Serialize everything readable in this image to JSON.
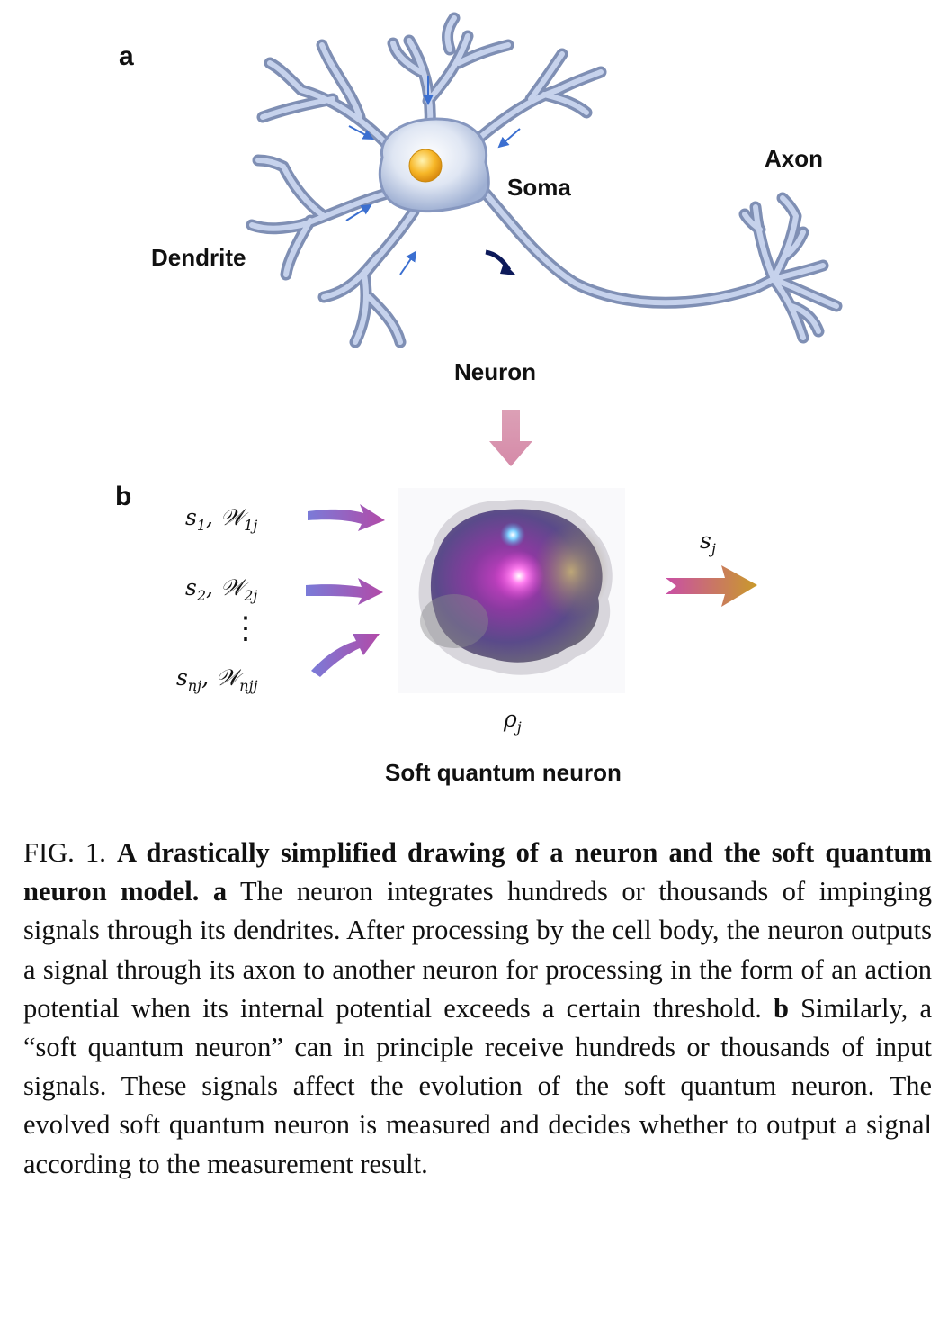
{
  "panel_a": {
    "label": "a",
    "labels": {
      "dendrite": "Dendrite",
      "soma": "Soma",
      "axon": "Axon",
      "neuron": "Neuron"
    }
  },
  "panel_b": {
    "label": "b",
    "inputs": [
      {
        "s": "s",
        "s_sub": "1",
        "w": "𝒲",
        "w_sub": "1j"
      },
      {
        "s": "s",
        "s_sub": "2",
        "w": "𝒲",
        "w_sub": "2j"
      },
      {
        "s": "s",
        "s_sub": "nj",
        "w": "𝒲",
        "w_sub": "njj"
      }
    ],
    "ellipsis": "⋮",
    "output": {
      "s": "s",
      "s_sub": "j"
    },
    "state": {
      "rho": "ρ",
      "rho_sub": "j"
    },
    "title": "Soft quantum neuron"
  },
  "caption": {
    "fig": "FIG. 1.",
    "bold_title": "A drastically simplified drawing of a neuron and the soft quantum neuron model.",
    "a_label": "a",
    "a_text": "The neuron in­tegrates hundreds or thousands of impinging signals through its dendrites. After processing by the cell body, the neuron outputs a signal through its axon to another neuron for pro­cessing in the form of an action potential when its internal potential exceeds a certain threshold.",
    "b_label": "b",
    "b_text": "Similarly, a “soft quantum neuron” can in principle receive hundreds or thou­sands of input signals. These signals affect the evolution of the soft quantum neuron. The evolved soft quantum neuron is measured and decides whether to output a signal according to the measurement result."
  },
  "colors": {
    "neuron_body": "#a9b9d8",
    "neuron_outline": "#7f8fb4",
    "nucleus": "#f5b52a",
    "signal_arrow": "#3b6fd0",
    "output_arrow": "#0d1a5a",
    "pink_arrow": "#d99ab0"
  }
}
